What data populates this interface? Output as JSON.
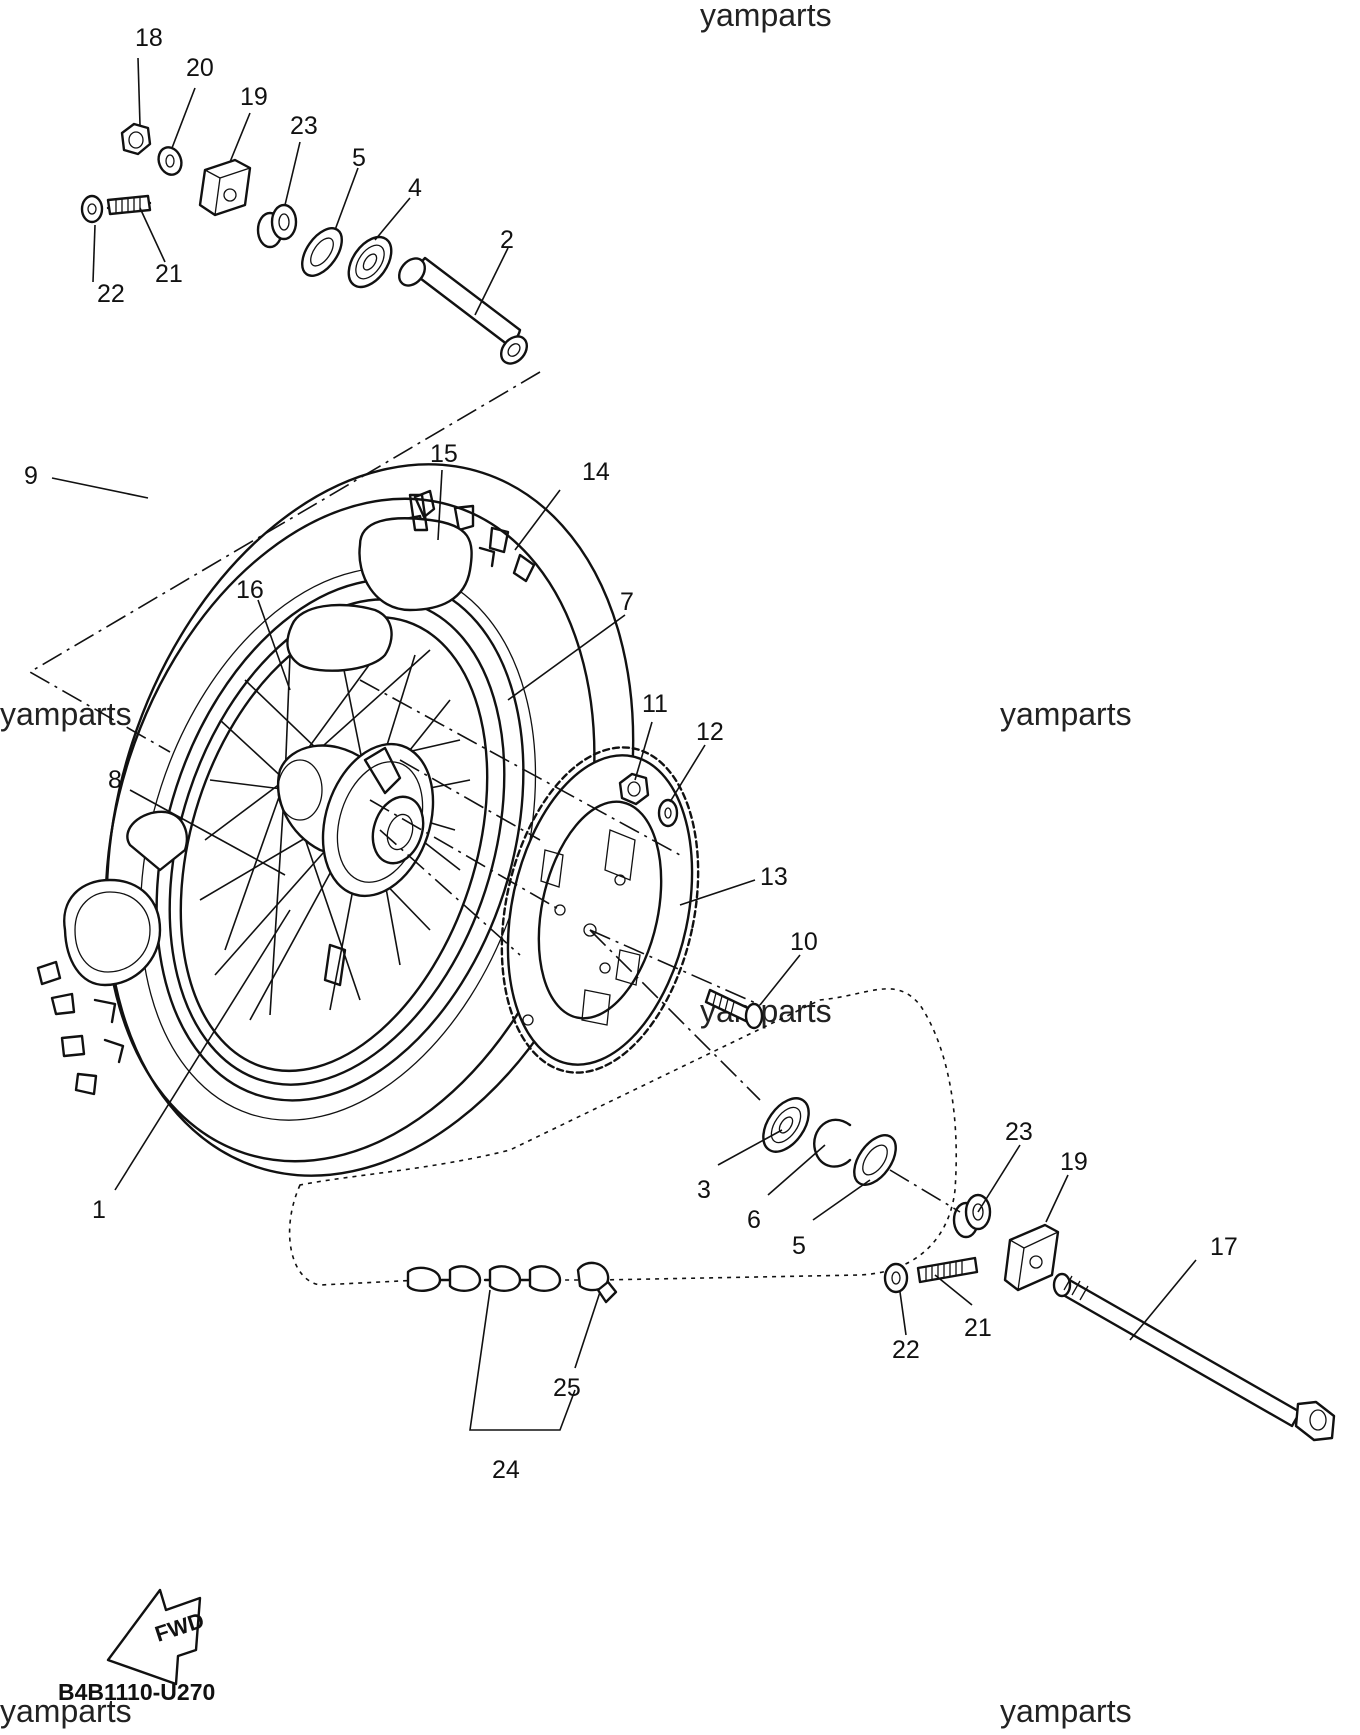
{
  "diagram": {
    "watermark": "yamparts",
    "code": "B4B1110-U270",
    "fwd_label": "FWD",
    "callouts": {
      "c1": "1",
      "c2": "2",
      "c3": "3",
      "c4": "4",
      "c5a": "5",
      "c5b": "5",
      "c6": "6",
      "c7": "7",
      "c8": "8",
      "c9": "9",
      "c10": "10",
      "c11": "11",
      "c12": "12",
      "c13": "13",
      "c14": "14",
      "c15": "15",
      "c16": "16",
      "c17": "17",
      "c18": "18",
      "c19a": "19",
      "c19b": "19",
      "c20": "20",
      "c21a": "21",
      "c21b": "21",
      "c22a": "22",
      "c22b": "22",
      "c23a": "23",
      "c23b": "23",
      "c24": "24",
      "c25": "25"
    }
  }
}
